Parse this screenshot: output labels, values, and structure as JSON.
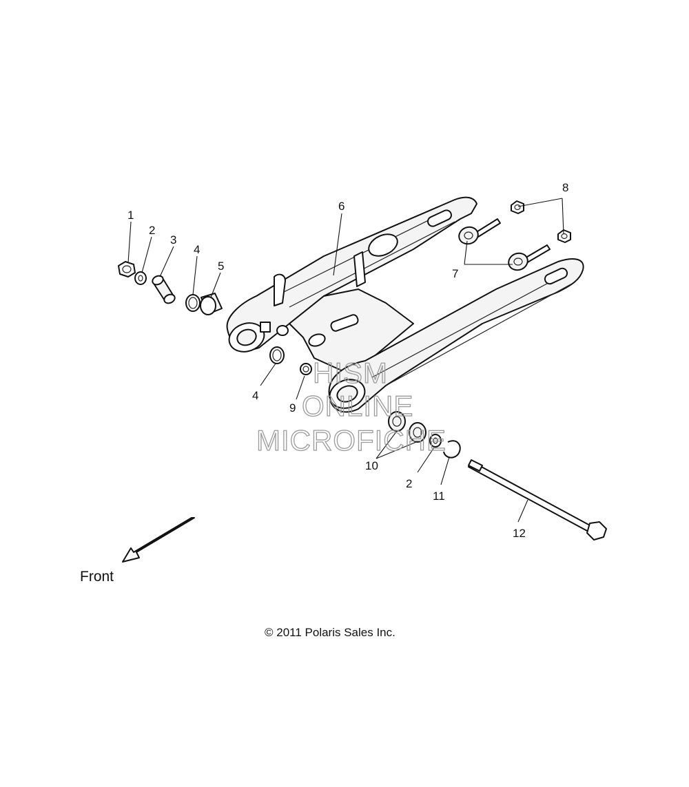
{
  "callouts": {
    "c1": "1",
    "c2": "2",
    "c3": "3",
    "c4a": "4",
    "c5": "5",
    "c6": "6",
    "c7": "7",
    "c8": "8",
    "c4b": "4",
    "c9": "9",
    "c10": "10",
    "c2b": "2",
    "c11": "11",
    "c12": "12"
  },
  "front_label": "Front",
  "copyright": "© 2011 Polaris Sales Inc.",
  "watermark": {
    "line1": "HISM",
    "line2": "ONLINE",
    "line3": "MICROFICHE"
  }
}
